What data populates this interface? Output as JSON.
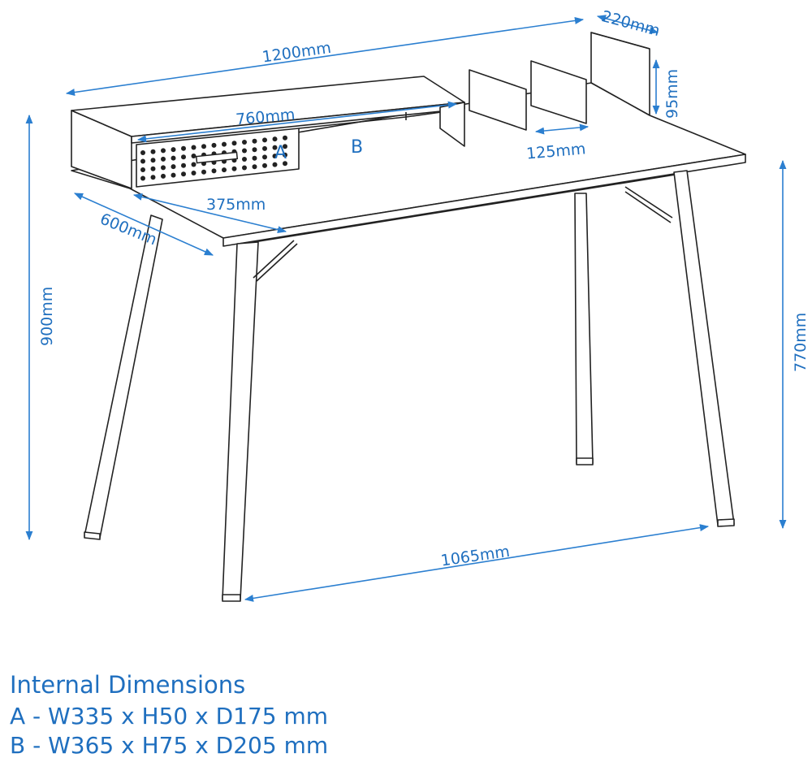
{
  "dimensions": {
    "width_top": "1200mm",
    "depth_shelf": "220mm",
    "shelf_height": "95mm",
    "shelf_width": "760mm",
    "divider_spacing": "125mm",
    "drawer_depth": "375mm",
    "depth_desk": "600mm",
    "height_total": "900mm",
    "height_desk": "770mm",
    "leg_span": "1065mm"
  },
  "compartment_labels": {
    "a": "A",
    "b": "B"
  },
  "internal_dimensions": {
    "title": "Internal Dimensions",
    "rows": [
      "A - W335 x H50 x D175 mm",
      "B - W365 x H75 x D205 mm"
    ]
  },
  "colors": {
    "dimension": "#1f6fbf",
    "line": "#222222"
  }
}
